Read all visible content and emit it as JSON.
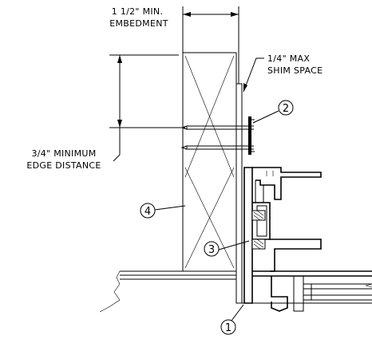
{
  "labels": {
    "embedment_line1": "1 1/2\" MIN.",
    "embedment_line2": "EMBEDMENT",
    "shim_line1": "1/4\" MAX",
    "shim_line2": "SHIM SPACE",
    "edge_line1": "3/4\" MINIMUM",
    "edge_line2": "EDGE DISTANCE"
  },
  "callouts": [
    "1",
    "2",
    "3",
    "4"
  ]
}
